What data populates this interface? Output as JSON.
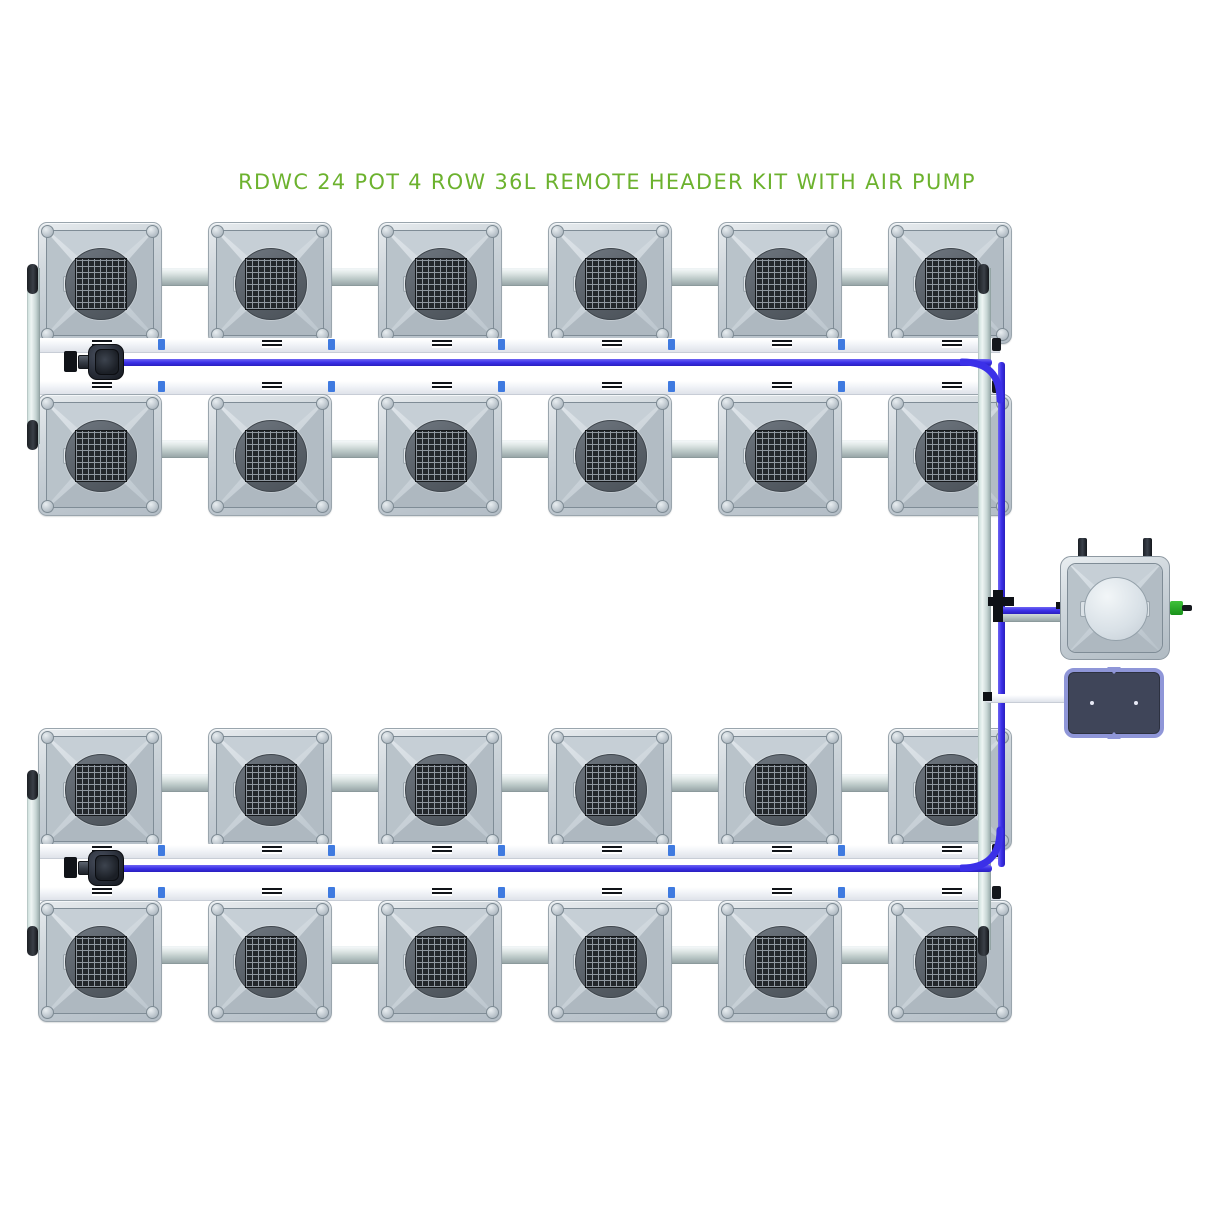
{
  "diagram": {
    "title": "RDWC 24 POT 4 ROW 36L REMOTE HEADER KIT WITH AIR PUMP",
    "title_color": "#6cb22e",
    "background_color": "#ffffff",
    "pot_count": 24,
    "row_count": 4,
    "pots_per_row": 6,
    "pot_volume_label": "36L"
  },
  "components": {
    "pot_label": "net pot",
    "pot_lid_label": "pot lid",
    "mesh_label": "mesh basket",
    "connector_pipe_label": "connector pipe",
    "manifold_rail_label": "manifold rail",
    "vertical_pipe_label": "vertical return pipe",
    "pipe_cap_label": "pipe end cap",
    "blue_tube_label": "blue feed tube",
    "pump_label": "circulation pump",
    "reservoir_label": "remote header reservoir",
    "reservoir_cap_label": "reservoir lid",
    "air_port_label": "air port",
    "green_fitting_label": "green outlet fitting",
    "air_pump_label": "air pump",
    "t_junction_label": "t junction"
  },
  "rows": [
    {
      "id": "row-1",
      "index": 1,
      "pot_count": 6
    },
    {
      "id": "row-2",
      "index": 2,
      "pot_count": 6
    },
    {
      "id": "row-3",
      "index": 3,
      "pot_count": 6
    },
    {
      "id": "row-4",
      "index": 4,
      "pot_count": 6
    }
  ],
  "colors": {
    "accent_green": "#6cb22e",
    "tube_blue": "#3b30e8",
    "tab_blue": "#3f7ae0",
    "pot_gray": "#c6cfd6",
    "air_pump_body": "#3f4559",
    "air_pump_border": "#8f96d8"
  }
}
